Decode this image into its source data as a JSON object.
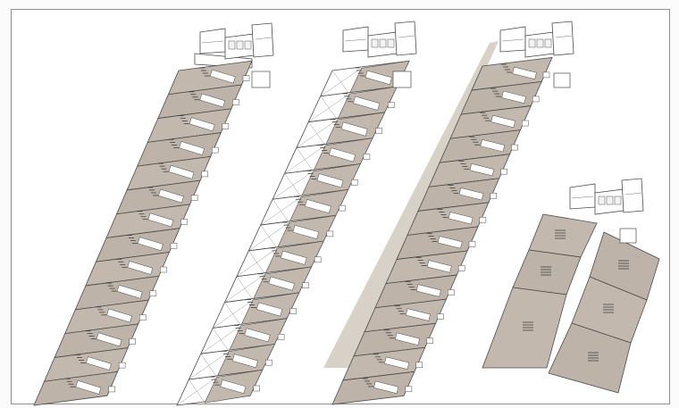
{
  "drawing": {
    "colors": {
      "unit_fill": "#c3b8ae",
      "unit_fill_alt": "#bdb3a9",
      "unit_stroke": "#4b4b4b",
      "corridor_fill": "#ffffff",
      "shadow_fill": "#d8d1c8",
      "core_fill": "#ffffff",
      "border": "#8f8f8f"
    },
    "buildings": [
      {
        "name": "building-1",
        "style": "filled",
        "units": 14,
        "core": true
      },
      {
        "name": "building-2",
        "style": "open",
        "units": 13,
        "core": true
      },
      {
        "name": "building-3",
        "style": "filled-shadow",
        "units": 14,
        "core": true
      },
      {
        "name": "building-4",
        "style": "large-units",
        "units": 6,
        "core": true
      }
    ]
  }
}
